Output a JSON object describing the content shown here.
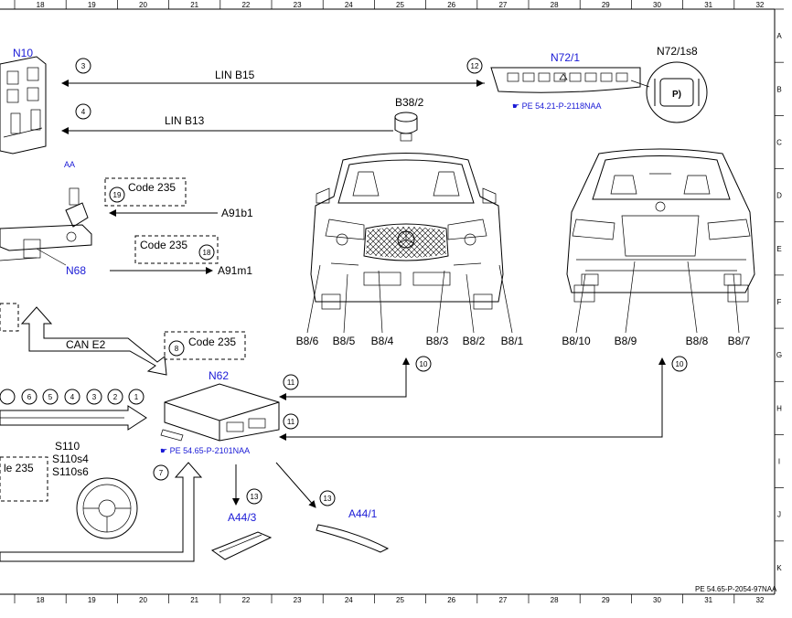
{
  "grid": {
    "columns": [
      "18",
      "19",
      "20",
      "21",
      "22",
      "23",
      "24",
      "25",
      "26",
      "27",
      "28",
      "29",
      "30",
      "31",
      "32"
    ],
    "rows": [
      "A",
      "B",
      "C",
      "D",
      "E",
      "F",
      "G",
      "H",
      "I",
      "J",
      "K"
    ]
  },
  "components": {
    "n10": "N10",
    "n10_ref_fragment": "AA",
    "n68": "N68",
    "n62": "N62",
    "n72_1": "N72/1",
    "n72_1s8": "N72/1s8",
    "b38_2": "B38/2",
    "a44_3": "A44/3",
    "a44_1": "A44/1",
    "a91b1": "A91b1",
    "a91m1": "A91m1",
    "s110": "S110",
    "s110s4": "S110s4",
    "s110s6": "S110s6"
  },
  "buses": {
    "lin_b15": "LIN B15",
    "lin_b13": "LIN B13",
    "can_e2": "CAN E2"
  },
  "codes": {
    "code_235_a": "Code 235",
    "code_235_b": "Code 235",
    "code_235_c": "Code 235",
    "code_235_partial": "le 235"
  },
  "references": {
    "n72_ref": "PE 54.21-P-2118NAA",
    "n62_ref": "PE 54.65-P-2101NAA",
    "doc_ref": "PE 54.65-P-2054-97NAA"
  },
  "sensors_front": [
    "B8/6",
    "B8/5",
    "B8/4",
    "B8/3",
    "B8/2",
    "B8/1"
  ],
  "sensors_rear": [
    "B8/10",
    "B8/9",
    "B8/8",
    "B8/7"
  ],
  "callouts": {
    "c3": "3",
    "c4": "4",
    "c12": "12",
    "c19": "19",
    "c18": "18",
    "c8": "8",
    "c10a": "10",
    "c10b": "10",
    "c11a": "11",
    "c11b": "11",
    "c7": "7",
    "c13a": "13",
    "c13b": "13",
    "s6": "6",
    "s5": "5",
    "s4": "4",
    "s3": "3",
    "s2": "2",
    "s1": "1"
  },
  "icons": [
    "pointing-hand-icon",
    "parking-p-icon",
    "warning-triangle-icon"
  ]
}
